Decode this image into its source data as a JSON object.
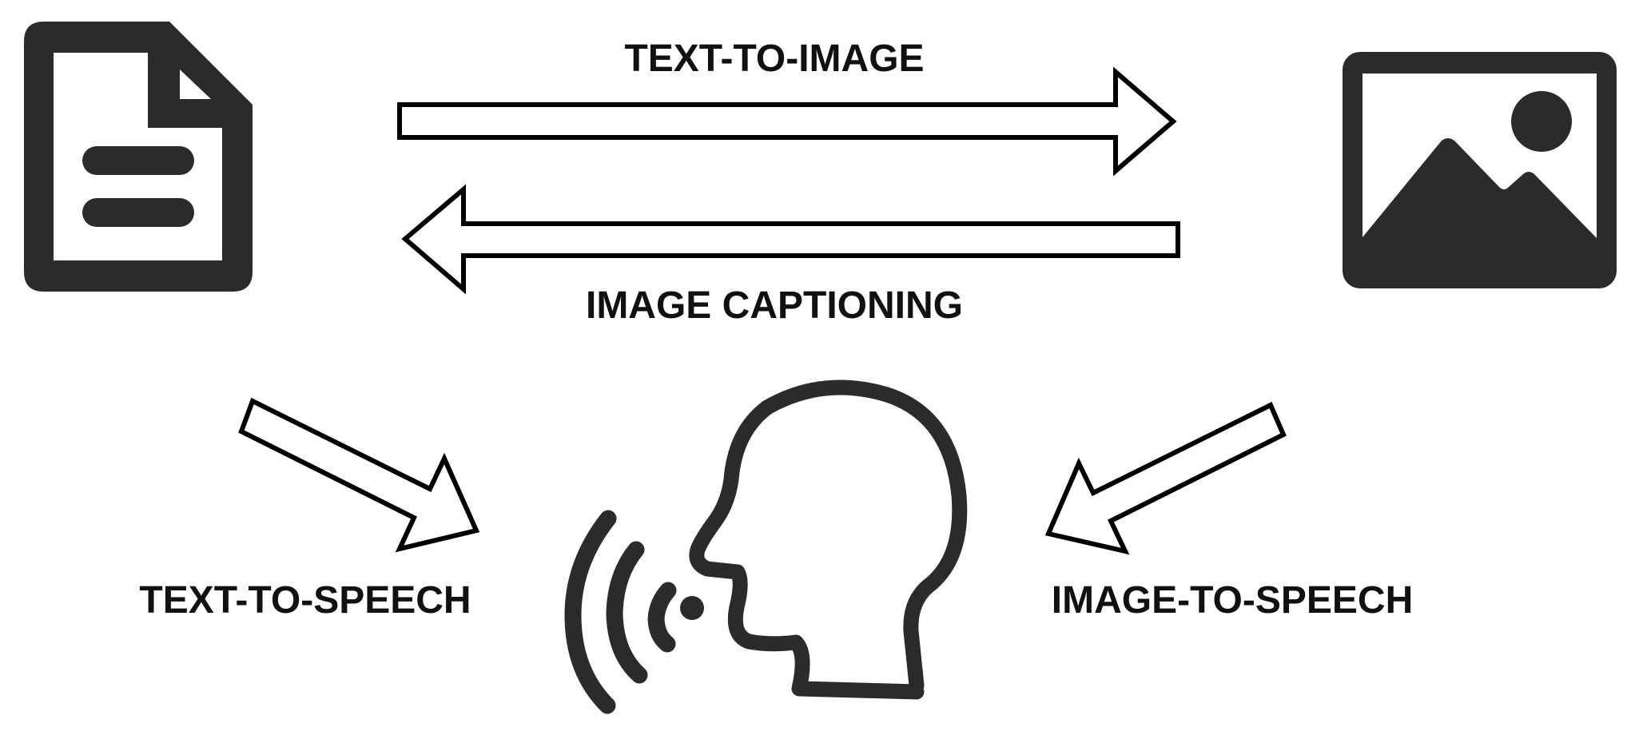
{
  "labels": {
    "text_to_image": "TEXT-TO-IMAGE",
    "image_captioning": "IMAGE CAPTIONING",
    "text_to_speech": "TEXT-TO-SPEECH",
    "image_to_speech": "IMAGE-TO-SPEECH"
  },
  "icons": {
    "document": "document-icon",
    "image": "image-icon",
    "speech": "speaking-head-icon"
  },
  "colors": {
    "icon": "#2b2b2b",
    "arrow_stroke": "#000000",
    "arrow_fill": "#ffffff",
    "text": "#111111"
  }
}
